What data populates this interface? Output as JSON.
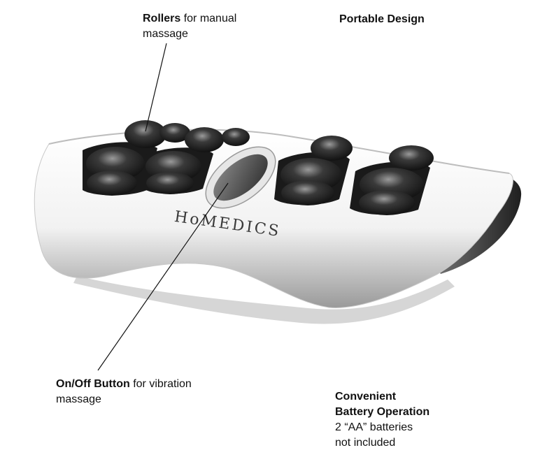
{
  "callouts": {
    "rollers": {
      "title": "Rollers",
      "text": " for manual massage"
    },
    "portable": {
      "title": "Portable Design"
    },
    "on_off": {
      "title": "On/Off Button",
      "text": " for vibration massage"
    },
    "battery": {
      "title_line1": "Convenient",
      "title_line2": "Battery Operation",
      "text_line1": "2 “AA” batteries",
      "text_line2": "not included"
    }
  },
  "product": {
    "brand": "HoMEDICS"
  },
  "colors": {
    "body_highlight": "#ffffff",
    "body_shadow": "#8a8a8a",
    "roller": "#2a2a2a",
    "button": "#5a5a5a"
  }
}
